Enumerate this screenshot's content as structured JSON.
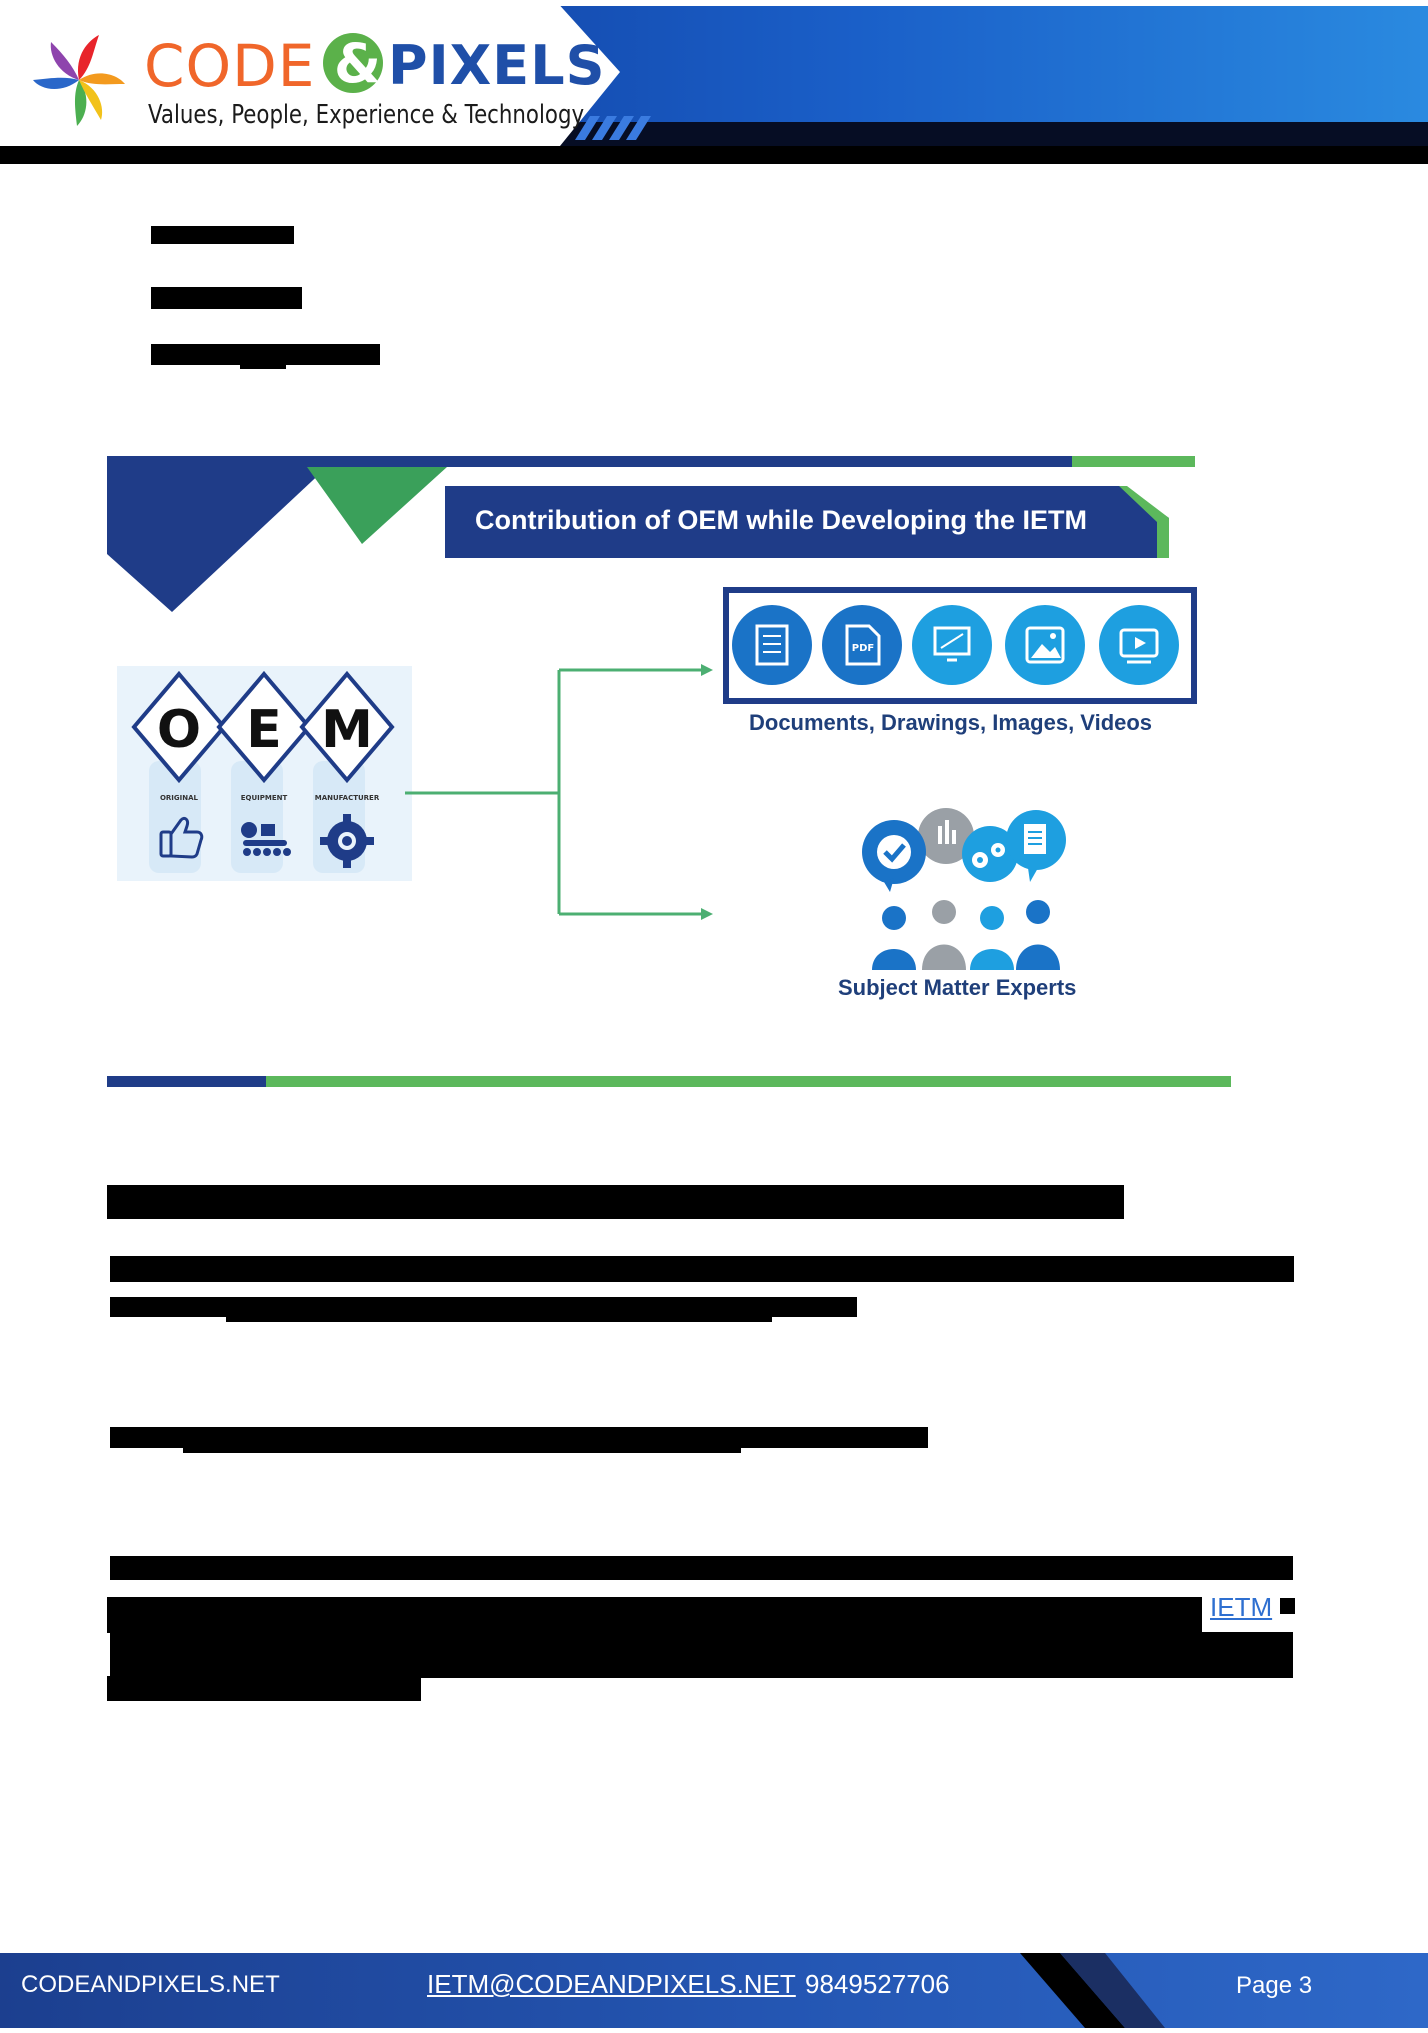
{
  "header": {
    "logo_code": "CODE",
    "logo_amp": "&",
    "logo_pixels": "PIXELS",
    "tagline": "Values, People, Experience & Technology"
  },
  "infographic": {
    "title": "Contribution of OEM while Developing the IETM",
    "oem_letters": [
      "O",
      "E",
      "M"
    ],
    "oem_sublabels": [
      "ORIGINAL",
      "EQUIPMENT",
      "MANUFACTURER"
    ],
    "media_caption": "Documents, Drawings, Images, Videos",
    "media_icons": [
      "document-icon",
      "pdf-icon",
      "drawing-icon",
      "image-icon",
      "video-icon"
    ],
    "sme_caption": "Subject Matter Experts",
    "colors": {
      "navy": "#1f3c88",
      "green": "#5cb85c",
      "blue": "#1e8fd6"
    }
  },
  "body": {
    "link_text": "IETM"
  },
  "footer": {
    "website": "CODEANDPIXELS.NET",
    "email": "IETM@CODEANDPIXELS.NET",
    "phone": "9849527706",
    "page": "Page 3"
  }
}
